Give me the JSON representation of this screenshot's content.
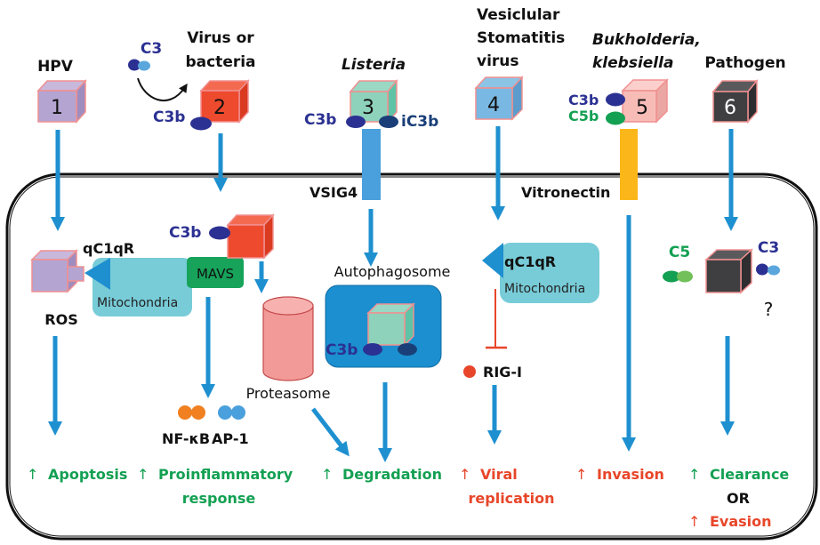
{
  "colors": {
    "arrow_blue": "#1e90d0",
    "c3b_navy": "#2b3192",
    "c3_light": "#5aa6dd",
    "ic3b_dark": "#1a3f78",
    "green_text": "#13a052",
    "red_text": "#e8462a",
    "vsig4_blue": "#4aa0dc",
    "vitronectin_yellow": "#fbb71a",
    "mito_teal": "#78ccd8",
    "mavs_green": "#17a35a",
    "autophagosome_blue": "#1b8fcf",
    "proteasome_pink": "#f29a98",
    "inhibit_red": "#e8462a"
  },
  "pathogens": [
    {
      "id": "1",
      "label": "HPV",
      "italic": false
    },
    {
      "id": "2",
      "label_lines": [
        "Virus or",
        "bacteria"
      ],
      "italic": false
    },
    {
      "id": "3",
      "label": "Listeria",
      "italic": true
    },
    {
      "id": "4",
      "label_lines": [
        "Vesiclular",
        "Stomatitis",
        "virus"
      ],
      "italic": false
    },
    {
      "id": "5",
      "label_lines": [
        "Bukholderia,",
        "klebsiella"
      ],
      "italic": true
    },
    {
      "id": "6",
      "label": "Pathogen",
      "italic": false
    }
  ],
  "molecules": {
    "c3": "C3",
    "c3b": "C3b",
    "ic3b": "iC3b",
    "c5b": "C5b",
    "c5": "C5"
  },
  "receptors": {
    "vsig4": "VSIG4",
    "vitronectin": "Vitronectin"
  },
  "intracellular": {
    "qc1qr": "qC1qR",
    "mitochondria": "Mitochondria",
    "mavs": "MAVS",
    "ros": "ROS",
    "proteasome": "Proteasome",
    "autophagosome": "Autophagosome",
    "rig_i": "RIG-I",
    "nfkb": "NF-κB",
    "ap1": "AP-1",
    "question": "?"
  },
  "outcomes": [
    {
      "arrow": "↑",
      "lines": [
        "Apoptosis"
      ],
      "tone": "green"
    },
    {
      "arrow": "↑",
      "lines": [
        "Proinflammatory",
        "response"
      ],
      "tone": "green"
    },
    {
      "arrow": "↑",
      "lines": [
        "Degradation"
      ],
      "tone": "green"
    },
    {
      "arrow": "↑",
      "lines": [
        "Viral",
        "replication"
      ],
      "tone": "red"
    },
    {
      "arrow": "↑",
      "lines": [
        "Invasion"
      ],
      "tone": "red"
    },
    {
      "arrow": "↑",
      "lines": [
        "Clearance"
      ],
      "tone": "green",
      "or": "OR",
      "alt_arrow": "↑",
      "alt": "Evasion",
      "alt_tone": "red"
    }
  ]
}
